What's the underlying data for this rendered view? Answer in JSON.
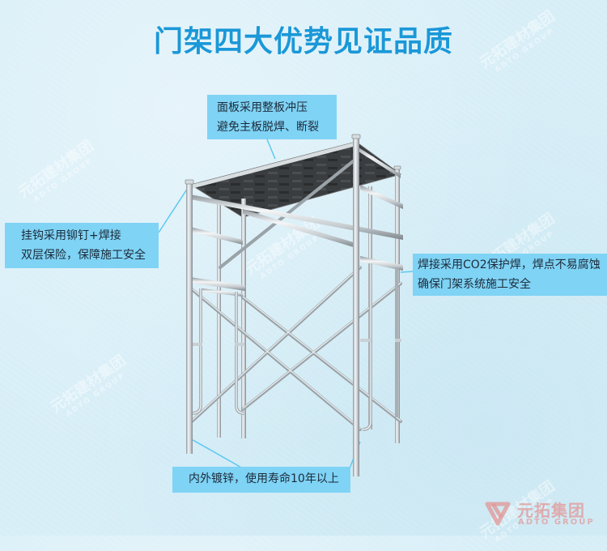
{
  "title": "门架四大优势见证品质",
  "callouts": {
    "panel": {
      "lines": [
        "面板采用整板冲压",
        "避免主板脱焊、断裂"
      ]
    },
    "hook": {
      "lines": [
        "挂钩采用铆钉+焊接",
        "双层保险，保障施工安全"
      ]
    },
    "weld": {
      "lines": [
        "焊接采用CO2保护焊，焊点不易腐蚀",
        "确保门架系统施工安全"
      ]
    },
    "galvanize": {
      "lines": [
        "内外镀锌，使用寿命10年以上"
      ]
    }
  },
  "watermark": {
    "cn": "元拓建材集团",
    "en": "ADTO GROUP"
  },
  "logo": {
    "cn": "元拓集团",
    "en": "ADTO GROUP",
    "color": "#e29696"
  },
  "colors": {
    "title": "#1a98d8",
    "callout_bg": "#7fd3f5",
    "background": "#d7eef7",
    "connector": "#5cc8f0"
  }
}
